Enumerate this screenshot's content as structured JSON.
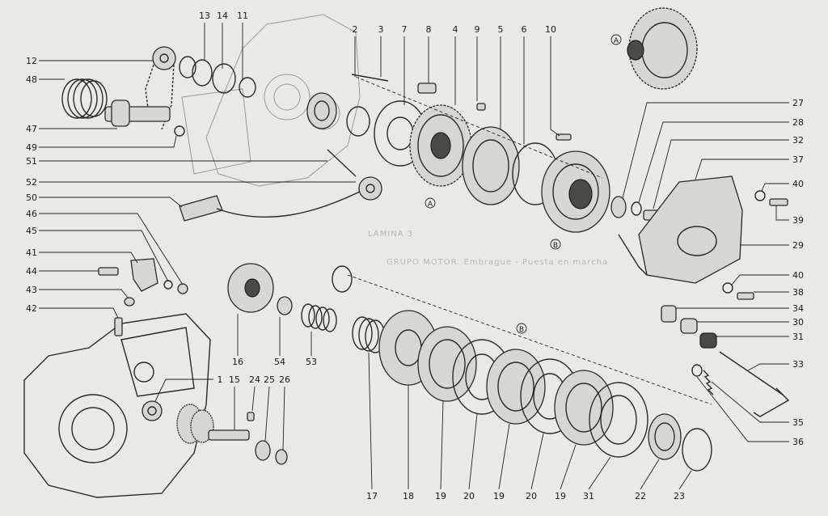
{
  "diagram": {
    "callouts_top": [
      "13",
      "14",
      "11",
      "2",
      "3",
      "7",
      "8",
      "4",
      "9",
      "5",
      "6",
      "10"
    ],
    "callouts_left": [
      "12",
      "48",
      "47",
      "49",
      "51",
      "52",
      "50",
      "46",
      "45",
      "41",
      "44",
      "43",
      "42"
    ],
    "callouts_right": [
      "27",
      "28",
      "32",
      "37",
      "40",
      "39",
      "29",
      "40",
      "38",
      "34",
      "30",
      "31",
      "33",
      "35",
      "36"
    ],
    "callouts_bottom": [
      "16",
      "54",
      "53",
      "1",
      "15",
      "24",
      "25",
      "26",
      "17",
      "18",
      "19",
      "20",
      "19",
      "20",
      "19",
      "31",
      "22",
      "23"
    ],
    "group_markers": [
      "A",
      "A",
      "B",
      "B"
    ],
    "faint_caption_1": "LÁMINA 3",
    "faint_caption_2": "GRUPO MOTOR. Embrague - Puesta en marcha"
  }
}
